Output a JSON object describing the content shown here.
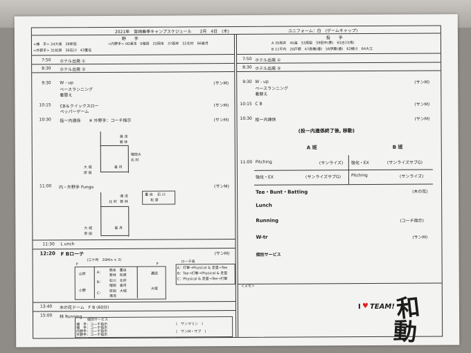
{
  "header": {
    "title": "2021年　宮崎春季キャンプスケジュール　　2月　4日　(木)",
    "uniform": "ユニフォーム：白　(ゲームキャップ)"
  },
  "left": {
    "heading": "野　　手",
    "roster": [
      "<捕　手> 24大城　38岸田",
      "<内野手> 00湯浅　0増田　25岡本　37若林　52北村　66香月",
      "<外野手> 31松原　36石川　43重信"
    ],
    "schedule": [
      {
        "time": "7:50",
        "text": "ホテル出発 ①",
        "note": ""
      },
      {
        "time": "8:30",
        "text": "ホテル出発 ②",
        "note": ""
      },
      {
        "time": "9:30",
        "text": "W - up",
        "note": "(サンM)"
      },
      {
        "time": "",
        "text": "ベースランニング",
        "note": ""
      },
      {
        "time": "",
        "text": "着替え",
        "note": ""
      },
      {
        "time": "10:15",
        "text": "CB＆クイックスロー",
        "note": "(サンM)"
      },
      {
        "time": "",
        "text": "ペッパーゲーム",
        "note": ""
      },
      {
        "time": "10:30",
        "text": "投ー内連係　　※ 外野手：コーチ指示",
        "note": "(サンM)"
      },
      {
        "time": "11:00",
        "text": "内・外野手 Fungo",
        "note": "(サンM)"
      },
      {
        "time": "11:30",
        "text": "L unch",
        "note": ""
      },
      {
        "time": "12:20",
        "text": "F Bローテ",
        "note": "(サンM)"
      },
      {
        "time": "13:40",
        "text": "木の花ドーム　F B (60分)",
        "note": ""
      },
      {
        "time": "15:00",
        "text": "林 Running",
        "note": ""
      }
    ],
    "diagram1": [
      "湯 浅",
      "若 林",
      "増田大",
      "北 村",
      "香 月",
      "大 城",
      "岸 田"
    ],
    "diagram2": [
      "湯 浅",
      "若 林",
      "重 信",
      "石 川",
      "松 原",
      "北 村",
      "大 城",
      "岸 田",
      "香 月"
    ],
    "fb_rotation": {
      "caption": "(三ケ所　20Min × 3)",
      "col_p": "P",
      "groups": [
        "A：",
        "B：",
        "C："
      ],
      "names": [
        "岡本　重信",
        "若林　松原",
        "石川　北村",
        "増田　香月",
        "岸田　大城",
        "湯浅"
      ],
      "places": [
        "山岸",
        "小野",
        "溝田",
        "大塚"
      ],
      "coach_title": "ローテ表",
      "coach": [
        "A：打撃→Physical & 走塁→Tee",
        "B：Tee→打撃→Physical & 走塁",
        "C：Physical & 走塁→Tee→打撃"
      ]
    },
    "service": {
      "title": "個別サービス",
      "rows": [
        "捕　手：コーチ指示",
        "捕　手：コーチ指示",
        "内野手：コーチ指示",
        "外野手：コーチ指示"
      ],
      "notes": [
        "(　サンマリン　)",
        "(　サンM・サブ　)"
      ]
    }
  },
  "right": {
    "heading": "投　　手",
    "roster": [
      "A 35桜井　45畠　53高梨　59田中(豊)　63古川(侑)",
      "B 11平内　20戸郷　47高橋(優)　56伊藤(優)　62横川　64大江"
    ],
    "schedule": [
      {
        "time": "7:50",
        "text": "ホテル出発 ①",
        "note": ""
      },
      {
        "time": "8:30",
        "text": "ホテル出発 ②",
        "note": ""
      },
      {
        "time": "9:30",
        "text": "W - up",
        "note": "(サンM)"
      },
      {
        "time": "",
        "text": "ベースランニング",
        "note": ""
      },
      {
        "time": "",
        "text": "着替え",
        "note": ""
      },
      {
        "time": "10:15",
        "text": "C B",
        "note": "(サンM)"
      },
      {
        "time": "10:30",
        "text": "投ー内連係",
        "note": "(サンM)"
      }
    ],
    "after_relay": "(投ー内連係終了後, 移動)",
    "group_a": "A 班",
    "group_b": "B 班",
    "time_1100": "11:00",
    "rows": [
      {
        "a": "Pitching",
        "a_note": "(サンライズ)",
        "b": "強化・EX",
        "b_note": "(サンライズサブG)"
      },
      {
        "a": "強化・EX",
        "a_note": "(サンライズサブG)",
        "b": "Pitching",
        "b_note": "(サンライズ)"
      }
    ],
    "tee": "Tee・Bunt・Batting",
    "tee_note": "(木の花)",
    "lunch": "Lunch",
    "running": "Running",
    "running_note": "(コーチ指示)",
    "wtr": "W-tr",
    "wtr_note": "(サンM)",
    "service": "個別サービス",
    "memo": "＜メモ＞"
  },
  "logo": {
    "prefix": "I",
    "heart": "♥",
    "team": "TEAM!",
    "kanji1": "和",
    "kanji2": "動"
  }
}
